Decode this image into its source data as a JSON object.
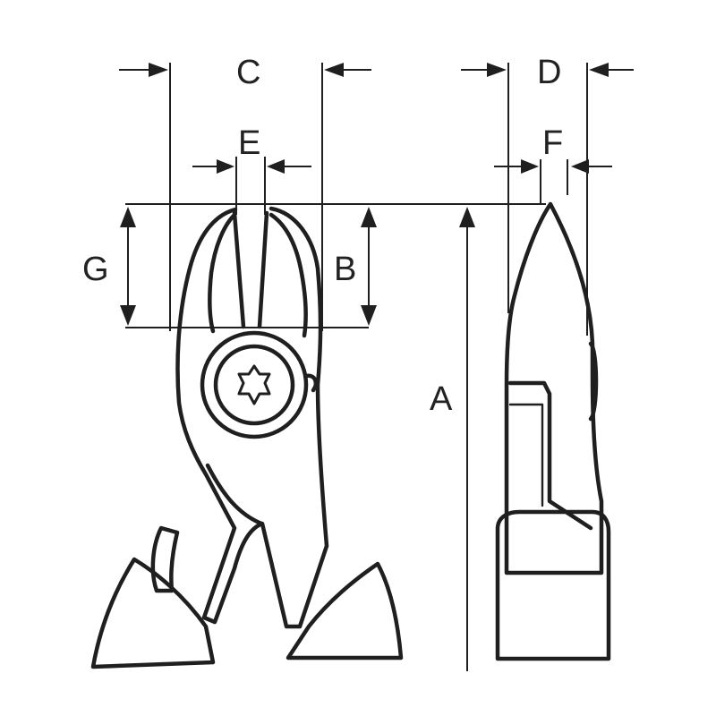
{
  "diagram": {
    "labels": {
      "A": "A",
      "B": "B",
      "C": "C",
      "D": "D",
      "E": "E",
      "F": "F",
      "G": "G"
    },
    "colors": {
      "line": "#1f1f1f",
      "background": "#ffffff"
    }
  }
}
